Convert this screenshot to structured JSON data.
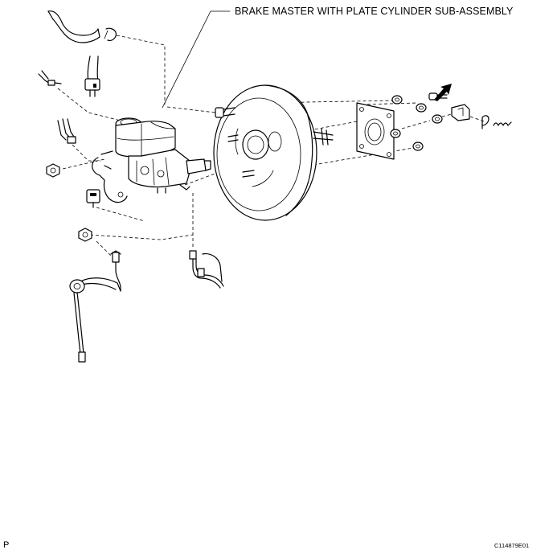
{
  "callout": {
    "label": "BRAKE MASTER WITH PLATE CYLINDER SUB-ASSEMBLY"
  },
  "page_marker": "P",
  "figure_code": "C114879E01"
}
